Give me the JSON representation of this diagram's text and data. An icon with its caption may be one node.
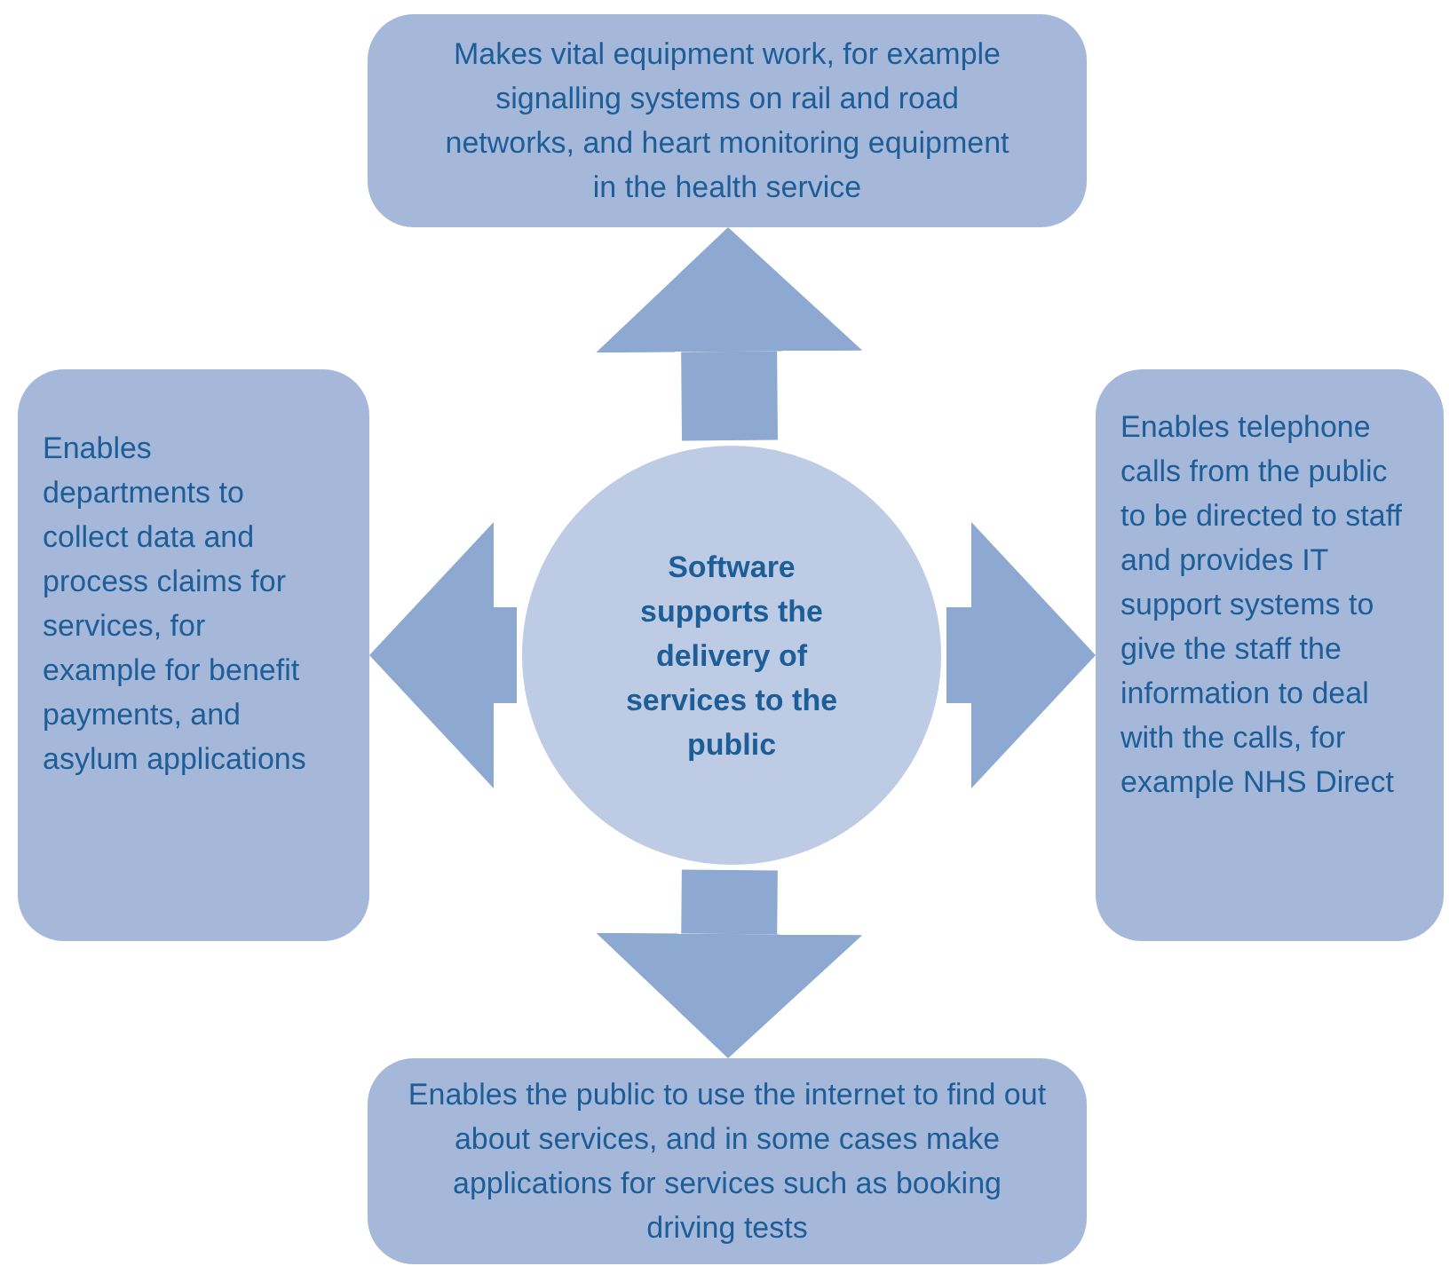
{
  "diagram": {
    "nodes": [
      {
        "text": [
          "Software supports the delivery of services to the public"
        ]
      },
      {
        "text": [
          "Makes vital equipment work, for example signalling systems on rail and road networks, and heart monitoring equipment in the health service"
        ]
      },
      {
        "text": [
          "Enables departments to collect data and process claims for services, for example for benefit payments, and asylum applications"
        ]
      },
      {
        "text": [
          "Enables telephone calls from the public to be directed to staff and provides IT support systems to give the staff the information to deal with the calls, for example NHS Direct"
        ]
      },
      {
        "text": [
          "Enables the public to use the internet to find out about services, and in some cases make applications for services such as booking driving tests"
        ]
      }
    ],
    "edges": [
      {
        "from": 0,
        "to": 1,
        "arrow": "to"
      },
      {
        "from": 0,
        "to": 2,
        "arrow": "to"
      },
      {
        "from": 0,
        "to": 3,
        "arrow": "to"
      },
      {
        "from": 0,
        "to": 4,
        "arrow": "to"
      }
    ]
  }
}
